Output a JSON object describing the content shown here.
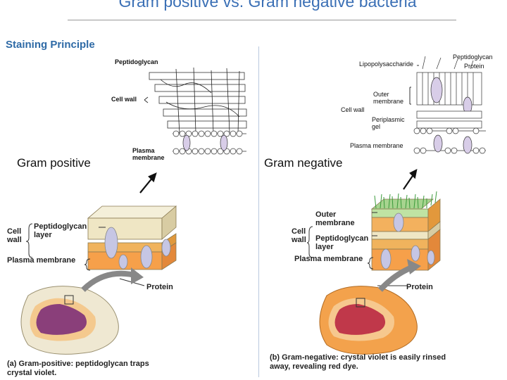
{
  "title": "Gram positive vs. Gram negative bacteria",
  "subtitle": "Staining Principle",
  "left": {
    "label": "Gram positive",
    "micro": {
      "peptidoglycan": "Peptidoglycan",
      "cell_wall": "Cell wall",
      "plasma_membrane": "Plasma membrane"
    },
    "block": {
      "cell_wall": "Cell wall",
      "peptidoglycan_layer": "Peptidoglycan layer",
      "plasma_membrane": "Plasma membrane",
      "protein": "Protein"
    },
    "caption": "(a) Gram-positive: peptidoglycan traps crystal violet."
  },
  "right": {
    "label": "Gram negative",
    "micro": {
      "lipopolysaccharide": "Lipopolysaccharide",
      "peptidoglycan": "Peptidoglycan",
      "protein": "Protein",
      "outer_membrane": "Outer membrane",
      "cell_wall": "Cell wall",
      "periplasmic_gel": "Periplasmic gel",
      "plasma_membrane": "Plasma membrane"
    },
    "block": {
      "outer_membrane": "Outer membrane",
      "cell_wall": "Cell wall",
      "peptidoglycan_layer": "Peptidoglycan layer",
      "plasma_membrane": "Plasma membrane",
      "protein": "Protein"
    },
    "caption": "(b) Gram-negative: crystal violet is easily rinsed away, revealing red dye."
  }
}
